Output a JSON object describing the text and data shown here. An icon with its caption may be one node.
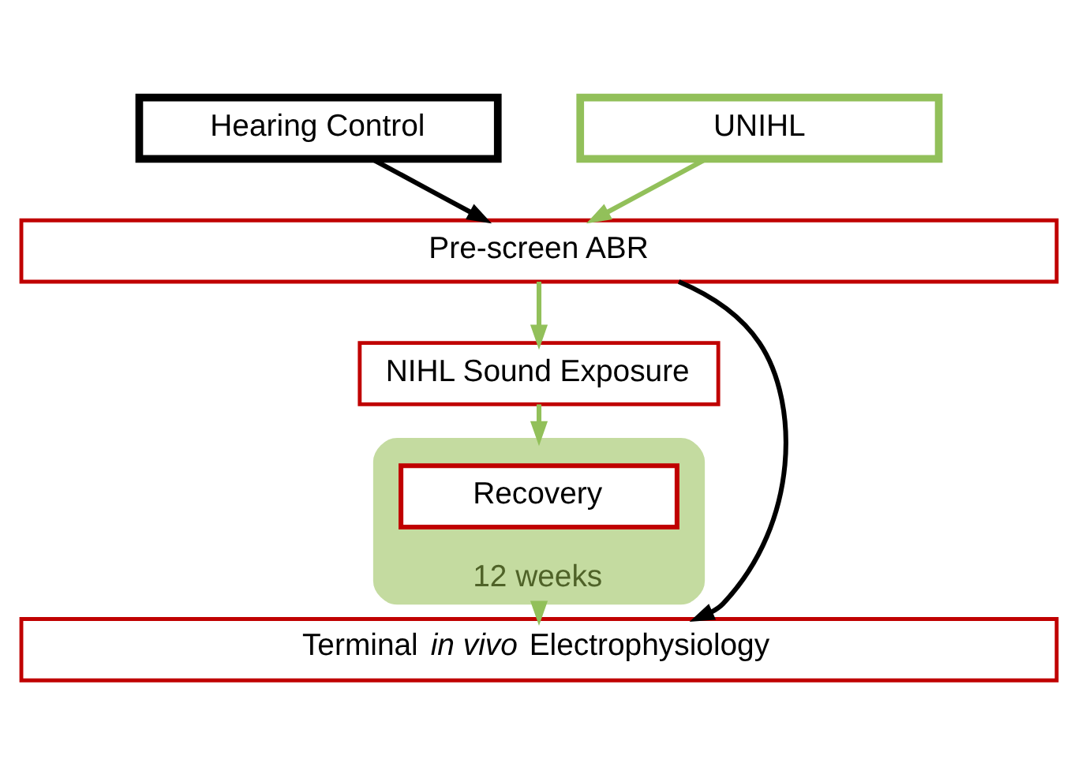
{
  "diagram": {
    "nodes": [
      {
        "text": [
          "Hearing Control"
        ]
      },
      {
        "text": [
          "UNIHL"
        ]
      },
      {
        "text": [
          "Pre-screen ABR"
        ]
      },
      {
        "text": [
          "NIHL Sound Exposure"
        ]
      },
      {
        "text": [
          "12 weeks"
        ]
      },
      {
        "text": [
          "Recovery"
        ],
        "in": 4
      },
      {
        "text": [
          "Terminal *in vivo* Electrophysiology"
        ]
      }
    ],
    "edges": [
      {
        "from": 0,
        "to": 2,
        "arrow": "to",
        "color": "#000000"
      },
      {
        "from": 1,
        "to": 2,
        "arrow": "to"
      },
      {
        "from": 2,
        "to": 3,
        "arrow": "to"
      },
      {
        "from": 3,
        "to": 4,
        "arrow": "to"
      },
      {
        "from": 4,
        "to": 6,
        "arrow": "to"
      },
      {
        "from": 2,
        "to": 6,
        "arrow": "to",
        "color": "#000000"
      }
    ]
  }
}
